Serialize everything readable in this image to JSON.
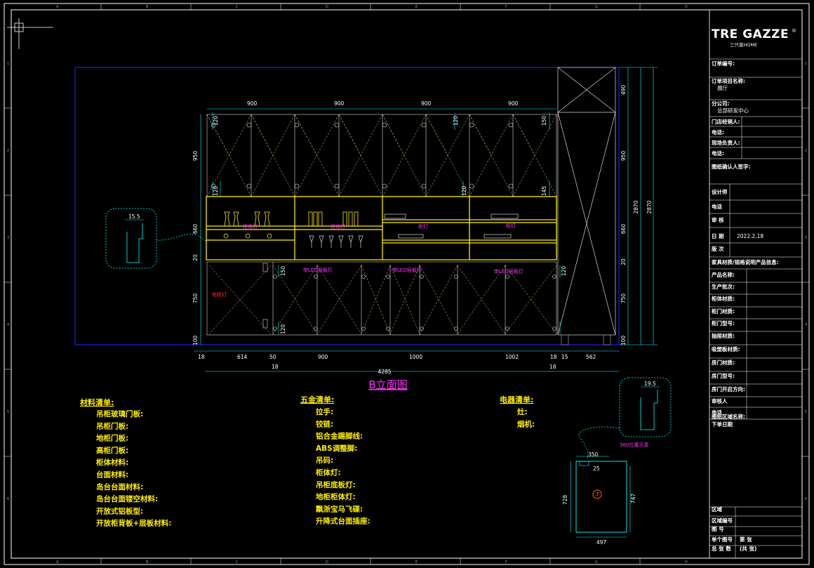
{
  "drawing": {
    "title": "B立面图",
    "colors": {
      "background": "#000000",
      "frame": "#ffffff",
      "cyan": "#00ffff",
      "yellow": "#ffee00",
      "magenta": "#ff33ff",
      "blue": "#1a2bff",
      "red": "#ff3333",
      "orange": "#ff6600"
    },
    "dims_top": [
      "900",
      "900",
      "900",
      "900"
    ],
    "dims_bottom": [
      "18",
      "614",
      "50",
      "900",
      "1000",
      "1002",
      "18",
      "15",
      "562"
    ],
    "dims_bottom_sub": [
      "18",
      "18"
    ],
    "dim_total": "4285",
    "dims_left": [
      "950",
      "120",
      "120",
      "660",
      "20",
      "750",
      "120",
      "100"
    ],
    "dims_right": [
      "490",
      "950",
      "660",
      "20",
      "750",
      "100"
    ],
    "dims_right_total": [
      "2870",
      "2870"
    ],
    "dims_right_inner": [
      "120",
      "120",
      "150",
      "145",
      "150",
      "120"
    ],
    "labels": {
      "cabinet_lights": [
        "柜体灯",
        "柜体灯",
        "柜灯",
        "柜灯"
      ],
      "led_strips": [
        "带LED层板灯",
        "带LED层板灯",
        "带LED层板灯"
      ],
      "left_light": "地柜灯"
    },
    "detail_left": {
      "dim": "15.5"
    },
    "detail_right": {
      "dim": "19.5",
      "label": "360位置示意"
    },
    "island": {
      "dim_top": "350",
      "dim_inner": "25",
      "dim_left": "728",
      "dim_right": "747",
      "dim_bottom": "497",
      "marker": "7"
    }
  },
  "materials": {
    "title": "材料清单:",
    "items": [
      "吊柜玻璃门板:",
      "吊柜门板:",
      "地柜门板:",
      "高柜门板:",
      "柜体材料:",
      "台面材料:",
      "岛台台面材料:",
      "岛台台面镂空材料:",
      "开放式铝板型:",
      "开放柜背板+层板材料:"
    ]
  },
  "hardware": {
    "title": "五金清单:",
    "items": [
      "拉手:",
      "铰链:",
      "铝合金踢脚线:",
      "ABS调整脚:",
      "吊码:",
      "柜体灯:",
      "吊柜底板灯:",
      "地柜柜体灯:",
      "飘浙宝马飞碟:",
      "升降式台面插座:"
    ]
  },
  "appliances": {
    "title": "电器清单:",
    "items": [
      "灶:",
      "烟机:"
    ]
  },
  "title_block": {
    "brand": "TRE GAZZE",
    "brand_sub": "三只崽HOME",
    "registered": "®",
    "rows": [
      {
        "label": "订单编号:",
        "value": ""
      },
      {
        "label": "订单项目名称:",
        "value": "展厅"
      },
      {
        "label": "分公司:",
        "value": "总部研发中心"
      },
      {
        "label": "门店经销人:",
        "value": ""
      },
      {
        "label": "电话:",
        "value": ""
      },
      {
        "label": "现场负责人:",
        "value": ""
      },
      {
        "label": "电话:",
        "value": ""
      },
      {
        "label": "图纸确认人签字:",
        "value": ""
      },
      {
        "label": "设计师",
        "value": ""
      },
      {
        "label": "电话",
        "value": ""
      },
      {
        "label": "审 核",
        "value": ""
      },
      {
        "label": "日 期",
        "value": "2022.2.18"
      },
      {
        "label": "版 次",
        "value": ""
      },
      {
        "label": "家具材质/规格说明产品信息:",
        "value": ""
      },
      {
        "label": "产品名称:",
        "value": ""
      },
      {
        "label": "生产批次:",
        "value": ""
      },
      {
        "label": "柜体材质:",
        "value": ""
      },
      {
        "label": "柜门材质:",
        "value": ""
      },
      {
        "label": "柜门型号:",
        "value": ""
      },
      {
        "label": "抽屉材质:",
        "value": ""
      },
      {
        "label": "吸塑板材质:",
        "value": ""
      },
      {
        "label": "房门材质:",
        "value": ""
      },
      {
        "label": "房门型号:",
        "value": ""
      },
      {
        "label": "房门开启方向:",
        "value": ""
      },
      {
        "label": "审核人",
        "value": ""
      },
      {
        "label": "电话",
        "value": ""
      },
      {
        "label": "下单日期",
        "value": ""
      },
      {
        "label": "图纸区域名称:",
        "value": ""
      }
    ],
    "footer": [
      {
        "label": "区域",
        "value": ""
      },
      {
        "label": "区域编号",
        "value": ""
      },
      {
        "label": "图 号",
        "value": ""
      },
      {
        "label": "单个图号",
        "value": "第 张"
      },
      {
        "label": "总 张 数",
        "value": "(共 张)"
      }
    ]
  },
  "frame": {
    "columns_top": [
      "A",
      "B",
      "C",
      "D",
      "E",
      "F",
      "G",
      "H"
    ],
    "rows_left": [
      "1",
      "2",
      "3",
      "4",
      "5",
      "6"
    ]
  }
}
